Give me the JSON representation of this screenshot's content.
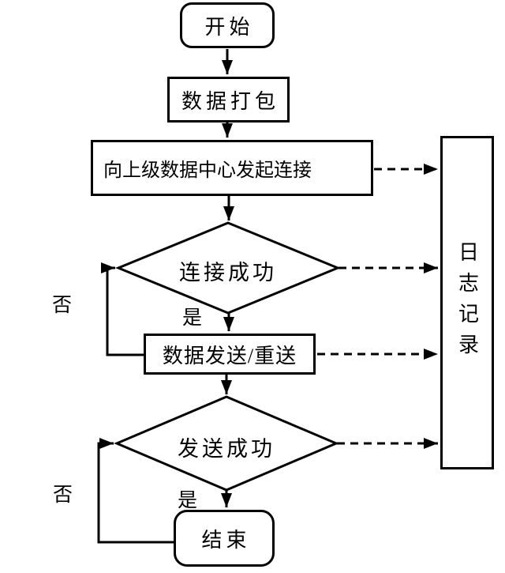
{
  "diagram": {
    "type": "flowchart",
    "background_color": "#ffffff",
    "line_color": "#000000",
    "nodes": [
      {
        "id": "start",
        "shape": "rounded-rect",
        "label": "开始"
      },
      {
        "id": "data-pack",
        "shape": "rect",
        "label": "数据打包"
      },
      {
        "id": "initiate-connection",
        "shape": "rect",
        "label": "向上级数据中心发起连接"
      },
      {
        "id": "connect-success",
        "shape": "diamond",
        "label": "连接成功"
      },
      {
        "id": "data-send",
        "shape": "rect",
        "label": "数据发送/重送"
      },
      {
        "id": "send-success",
        "shape": "diamond",
        "label": "发送成功"
      },
      {
        "id": "end",
        "shape": "rounded-rect",
        "label": "结束"
      },
      {
        "id": "log-record",
        "shape": "rect",
        "label": "日志记录",
        "text_orientation": "vertical"
      }
    ],
    "edge_labels": {
      "connect_no": "否",
      "connect_yes": "是",
      "send_no": "否",
      "send_yes": "是"
    },
    "edges": [
      {
        "from": "start",
        "to": "data-pack",
        "style": "solid-arrow"
      },
      {
        "from": "data-pack",
        "to": "initiate-connection",
        "style": "solid-arrow"
      },
      {
        "from": "initiate-connection",
        "to": "connect-success",
        "style": "solid-arrow"
      },
      {
        "from": "connect-success",
        "to": "data-send",
        "style": "solid-arrow",
        "label": "是"
      },
      {
        "from": "data-send",
        "to": "connect-success",
        "style": "solid-arrow",
        "label": "否",
        "route": "left-loop"
      },
      {
        "from": "data-send",
        "to": "send-success",
        "style": "solid-arrow"
      },
      {
        "from": "send-success",
        "to": "end",
        "style": "solid-arrow",
        "label": "是"
      },
      {
        "from": "end",
        "to": "send-success",
        "style": "solid-arrow",
        "label": "否",
        "route": "left-loop"
      },
      {
        "from": "initiate-connection",
        "to": "log-record",
        "style": "dashed-arrow"
      },
      {
        "from": "connect-success",
        "to": "log-record",
        "style": "dashed-arrow"
      },
      {
        "from": "data-send",
        "to": "log-record",
        "style": "dashed-arrow"
      },
      {
        "from": "send-success",
        "to": "log-record",
        "style": "dashed-arrow"
      }
    ]
  }
}
